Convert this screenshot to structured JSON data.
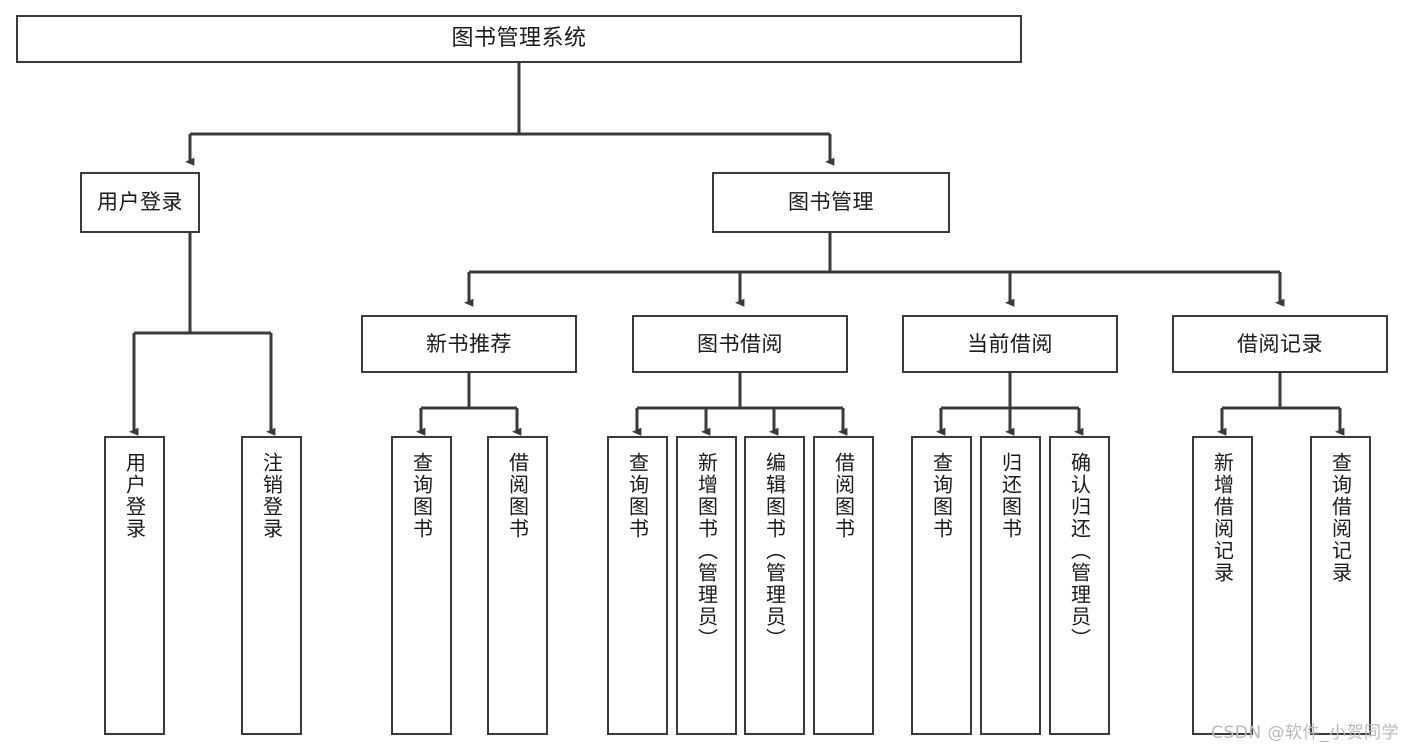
{
  "diagram": {
    "type": "tree-hierarchy",
    "title": "图书管理系统",
    "background_color": "#ffffff",
    "line_color": "#3a3a3a",
    "text_color": "#1a1a1a",
    "root": {
      "label": "图书管理系统"
    },
    "level1": [
      {
        "label": "用户登录"
      },
      {
        "label": "图书管理"
      }
    ],
    "level2": [
      {
        "label": "新书推荐"
      },
      {
        "label": "图书借阅"
      },
      {
        "label": "当前借阅"
      },
      {
        "label": "借阅记录"
      }
    ],
    "leaves": {
      "user_login": [
        {
          "label": "用户登录"
        },
        {
          "label": "注销登录"
        }
      ],
      "new_book_recommend": [
        {
          "label": "查询图书"
        },
        {
          "label": "借阅图书"
        }
      ],
      "book_borrow": [
        {
          "label": "查询图书"
        },
        {
          "label": "新增图书（管理员）"
        },
        {
          "label": "编辑图书（管理员）"
        },
        {
          "label": "借阅图书"
        }
      ],
      "current_borrow": [
        {
          "label": "查询图书"
        },
        {
          "label": "归还图书"
        },
        {
          "label": "确认归还（管理员）"
        }
      ],
      "borrow_record": [
        {
          "label": "新增借阅记录"
        },
        {
          "label": "查询借阅记录"
        }
      ]
    }
  },
  "watermark": {
    "text": "CSDN @软件_小贺同学"
  }
}
